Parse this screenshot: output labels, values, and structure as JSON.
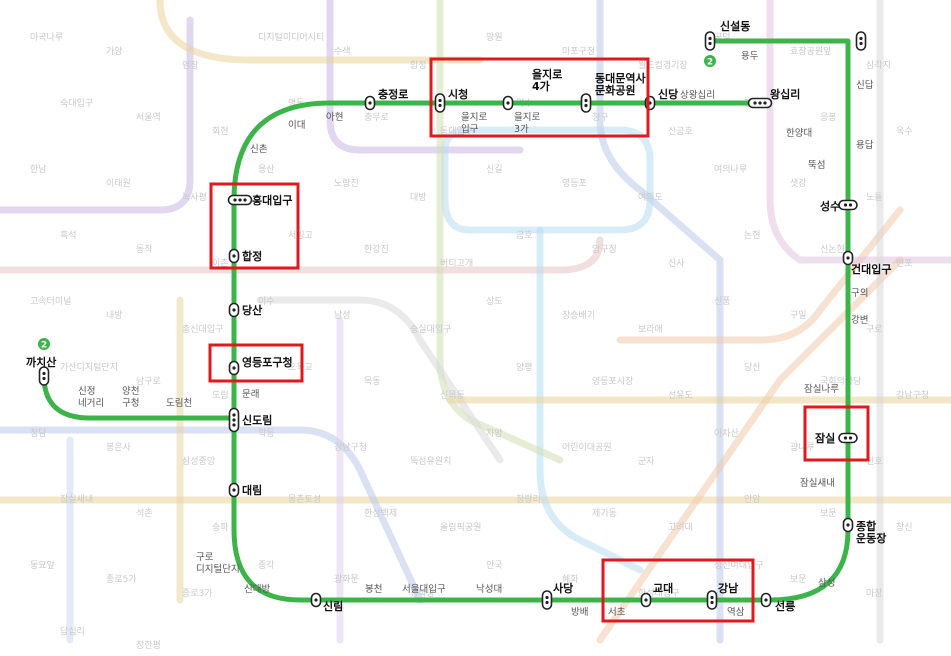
{
  "line": {
    "number": "2",
    "color": "#3cb44a",
    "highlight_color": "#e0191e"
  },
  "stations": {
    "sinseoldong": "신설동",
    "yongdu": "용두",
    "sindap": "신답",
    "yongdap": "용답",
    "seongsu": "성수",
    "konkuk": "건대입구",
    "guui": "구의",
    "gangbyeon": "강변",
    "jamsilnaru": "잠실나루",
    "jamsil": "잠실",
    "jamsilsaenae": "잠실새내",
    "sports_complex": [
      "종합",
      "운동장"
    ],
    "samseong": "삼성",
    "seolleung": "선릉",
    "yeoksam": "역삼",
    "gangnam": "강남",
    "gyodae": "교대",
    "seocho": "서초",
    "bangbae": "방배",
    "sadang": "사당",
    "nakseongdae": "낙성대",
    "snu": "서울대입구",
    "bongcheon": "봉천",
    "sillim": "신림",
    "sindaebang": "신대방",
    "guro_digital": [
      "구로",
      "디지털단지"
    ],
    "daerim": "대림",
    "sindorim": "신도림",
    "mullae": "문래",
    "ydp_office": "영등포구청",
    "dangsan": "당산",
    "hapjeong": "합정",
    "hongik": "홍대입구",
    "sinchon": "신촌",
    "ewha": "이대",
    "ahyeon": "아현",
    "chungjeongno": "충정로",
    "cityhall": "시청",
    "euljiro1": [
      "을지로",
      "입구"
    ],
    "euljiro3": [
      "을지로",
      "3가"
    ],
    "euljiro4": [
      "을지로",
      "4가"
    ],
    "ddp": [
      "동대문역사",
      "문화공원"
    ],
    "sindang": "신당",
    "sangwangsimni": "상왕십리",
    "wangsimni": "왕십리",
    "hanyang": "한양대",
    "ttukseom": "뚝섬",
    "kkachisan": "까치산",
    "sinjeongnegeori": [
      "신정",
      "네거리"
    ],
    "yangcheon": [
      "양천",
      "구청"
    ],
    "dorimcheon": "도림천"
  },
  "background_labels": [
    "마곡나루",
    "가양",
    "염창",
    "디지털미디어시티",
    "수색",
    "합정",
    "망원",
    "마포구청",
    "월드컵경기장",
    "공덕",
    "효창공원앞",
    "삼각지",
    "숙대입구",
    "서울역",
    "회현",
    "명동",
    "충무로",
    "동대입구",
    "약수",
    "청구",
    "신금호",
    "행당",
    "응봉",
    "옥수",
    "한남",
    "이태원",
    "녹사평",
    "용산",
    "노량진",
    "대방",
    "신길",
    "영등포",
    "여의도",
    "여의나루",
    "샛강",
    "노들",
    "흑석",
    "동작",
    "이촌",
    "서빙고",
    "한강진",
    "버티고개",
    "금호",
    "압구정",
    "신사",
    "논현",
    "신논현",
    "반포",
    "고속터미널",
    "내방",
    "총신대입구",
    "이수",
    "남성",
    "숭실대입구",
    "상도",
    "장승배기",
    "보라매",
    "신풍",
    "구일",
    "구로",
    "가산디지털단지",
    "남구로",
    "도림",
    "오목교",
    "목동",
    "신목동",
    "양평",
    "영등포시장",
    "선유도",
    "당산",
    "국회의사당",
    "강남구청",
    "청담",
    "봉은사",
    "삼성중앙",
    "학동",
    "강남구청",
    "뚝섬유원지",
    "자양",
    "어린이대공원",
    "군자",
    "아차산",
    "광나루",
    "천호",
    "잠실새내",
    "석촌",
    "송파",
    "몽촌토성",
    "한성백제",
    "올림픽공원",
    "청량리",
    "제기동",
    "고려대",
    "안암",
    "보문",
    "창신",
    "동묘앞",
    "종로5가",
    "종로3가",
    "종각",
    "광화문",
    "경복궁",
    "안국",
    "혜화",
    "한성대입구",
    "성신여대입구",
    "보문",
    "마장",
    "답십리",
    "장한평"
  ]
}
